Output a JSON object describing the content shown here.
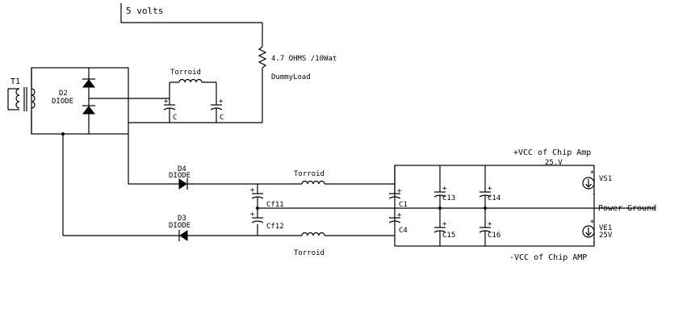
{
  "labels": {
    "supply": "5  volts",
    "resistor_value": "4.7 OHMS /10Wat",
    "dummy_load": "DummyLoad",
    "transformer": "T1",
    "bridge_ref": "D2",
    "bridge_type": "DIODE",
    "toroid_top": "Torroid",
    "cap_top_a": "C",
    "cap_top_b": "C",
    "plus": "+",
    "d4_ref": "D4",
    "d4_type": "DIODE",
    "d3_ref": "D3",
    "d3_type": "DIODE",
    "toroid_mid": "Torroid",
    "toroid_bottom": "Torroid",
    "cf11": "Cf11",
    "cf12": "Cf12",
    "c1": "C1",
    "c4": "C4",
    "c13": "C13",
    "c14": "C14",
    "c15": "C15",
    "c16": "C16",
    "vcc_pos": "+VCC of Chip Amp",
    "vcc_pos_value": "25.V",
    "vs1": "VS1",
    "power_ground": "Power Ground",
    "ve1": "VE1",
    "ve1_value": "25V",
    "vcc_neg": "-VCC of Chip AMP",
    "minus": "-"
  },
  "colors": {
    "line": "#000000",
    "background": "#ffffff"
  }
}
